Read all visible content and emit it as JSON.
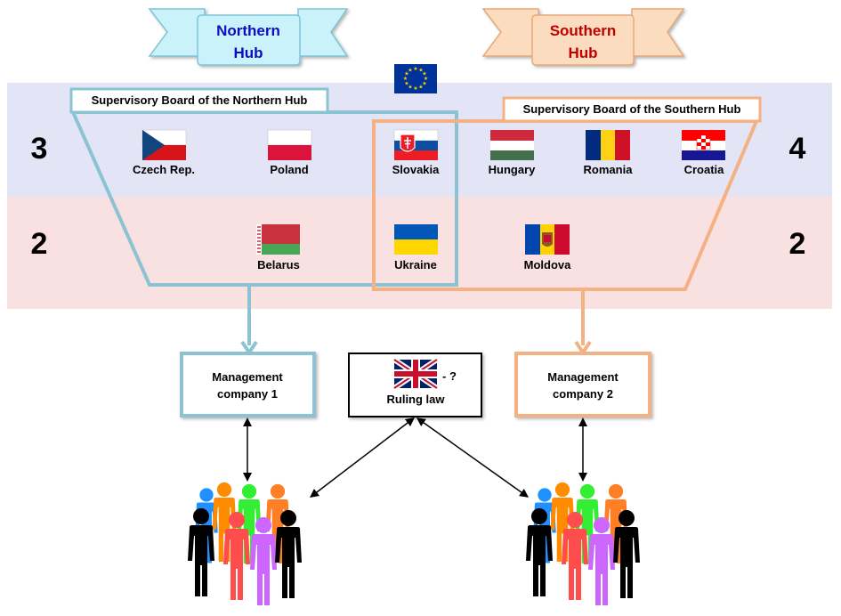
{
  "hubs": {
    "northern": {
      "title_line1": "Northern",
      "title_line2": "Hub",
      "color": "#1010c0",
      "banner_color": "#c9f2fb"
    },
    "southern": {
      "title_line1": "Southern",
      "title_line2": "Hub",
      "color": "#c00000",
      "banner_color": "#fcdcbf"
    }
  },
  "eu_flag": {
    "icon": "eu-flag-icon"
  },
  "boards": {
    "northern": {
      "label": "Supervisory Board of the Northern Hub",
      "color": "#8cc3d2"
    },
    "southern": {
      "label": "Supervisory Board of the Southern Hub",
      "color": "#f4b183"
    }
  },
  "rows": {
    "top": {
      "left_count": "3",
      "right_count": "4",
      "bg": "#e4e4f7"
    },
    "bottom": {
      "left_count": "2",
      "right_count": "2",
      "bg": "#f8e1e0"
    }
  },
  "countries": {
    "czech": "Czech Rep.",
    "poland": "Poland",
    "slovakia": "Slovakia",
    "hungary": "Hungary",
    "romania": "Romania",
    "croatia": "Croatia",
    "belarus": "Belarus",
    "ukraine": "Ukraine",
    "moldova": "Moldova"
  },
  "management": {
    "company1": {
      "line1": "Management",
      "line2": "company 1"
    },
    "company2": {
      "line1": "Management",
      "line2": "company 2"
    }
  },
  "ruling_law": {
    "label": "Ruling law",
    "suffix": "- ?",
    "icon": "uk-flag-icon"
  },
  "people_colors": [
    "#1e90ff",
    "#ff8c00",
    "#33ee33",
    "#ff7f27",
    "#000000",
    "#ff4d4d",
    "#cc66ff",
    "#000000"
  ]
}
